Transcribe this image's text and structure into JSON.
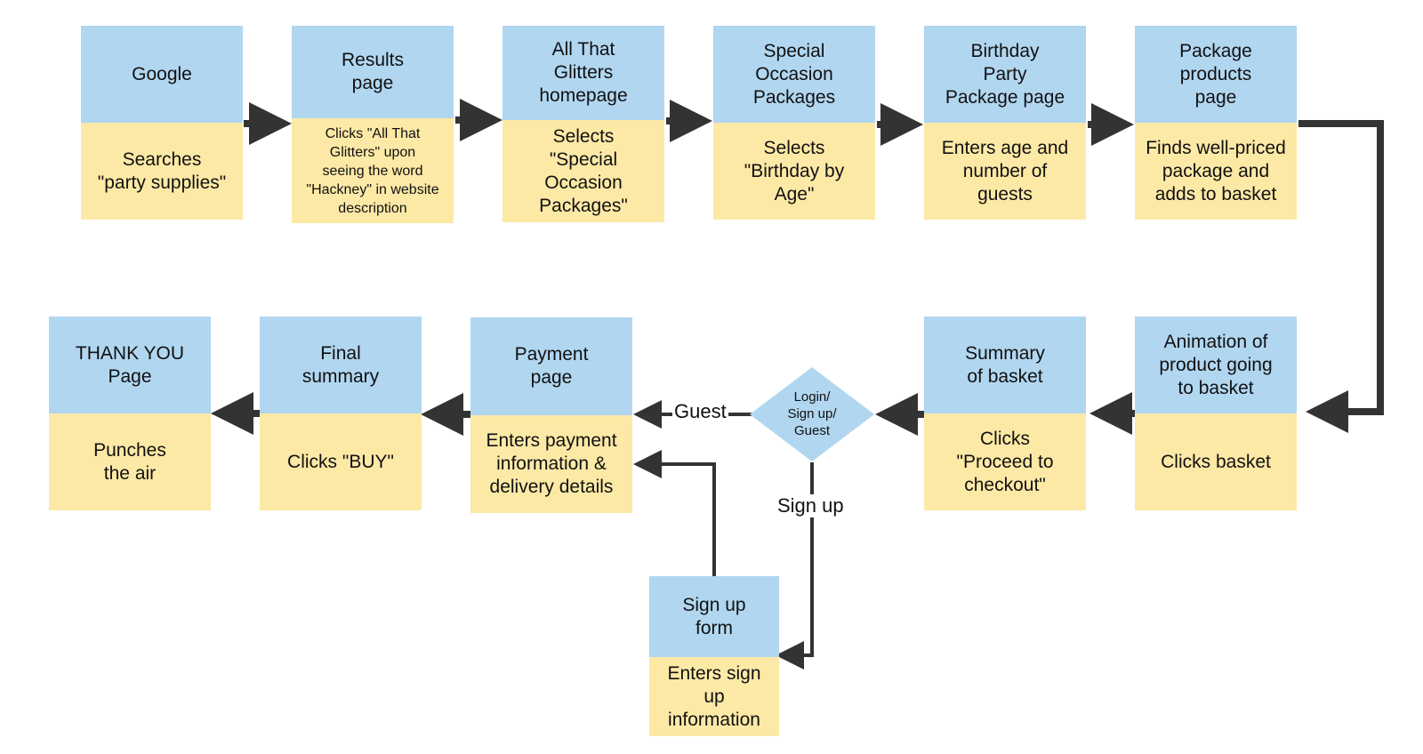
{
  "colors": {
    "screen": "#b1d6f0",
    "action": "#fde9a6",
    "arrow": "#333333"
  },
  "nodes": [
    {
      "id": "google",
      "screen": "Google",
      "action": "Searches\n\"party supplies\""
    },
    {
      "id": "results",
      "screen": "Results\npage",
      "action": "Clicks \"All That\nGlitters\" upon\nseeing the word\n\"Hackney\" in website\ndescription"
    },
    {
      "id": "homepage",
      "screen": "All That\nGlitters\nhomepage",
      "action": "Selects\n\"Special\nOccasion\nPackages\""
    },
    {
      "id": "special",
      "screen": "Special\nOccasion\nPackages",
      "action": "Selects\n\"Birthday by\nAge\""
    },
    {
      "id": "birthday",
      "screen": "Birthday\nParty\nPackage page",
      "action": "Enters age and\nnumber of\nguests"
    },
    {
      "id": "products",
      "screen": "Package\nproducts\npage",
      "action": "Finds well-priced\npackage and\nadds to basket"
    },
    {
      "id": "animation",
      "screen": "Animation of\nproduct going\nto basket",
      "action": "Clicks basket"
    },
    {
      "id": "summary",
      "screen": "Summary\nof basket",
      "action": "Clicks\n\"Proceed to\ncheckout\""
    },
    {
      "id": "payment",
      "screen": "Payment\npage",
      "action": "Enters payment\ninformation &\ndelivery details"
    },
    {
      "id": "final",
      "screen": "Final\nsummary",
      "action": "Clicks \"BUY\""
    },
    {
      "id": "thankyou",
      "screen": "THANK YOU\nPage",
      "action": "Punches\nthe air"
    },
    {
      "id": "signupform",
      "screen": "Sign up\nform",
      "action": "Enters sign\nup\ninformation"
    }
  ],
  "decision": {
    "text": "Login/\nSign up/\nGuest"
  },
  "edge_labels": {
    "guest": "Guest",
    "signup": "Sign up"
  }
}
